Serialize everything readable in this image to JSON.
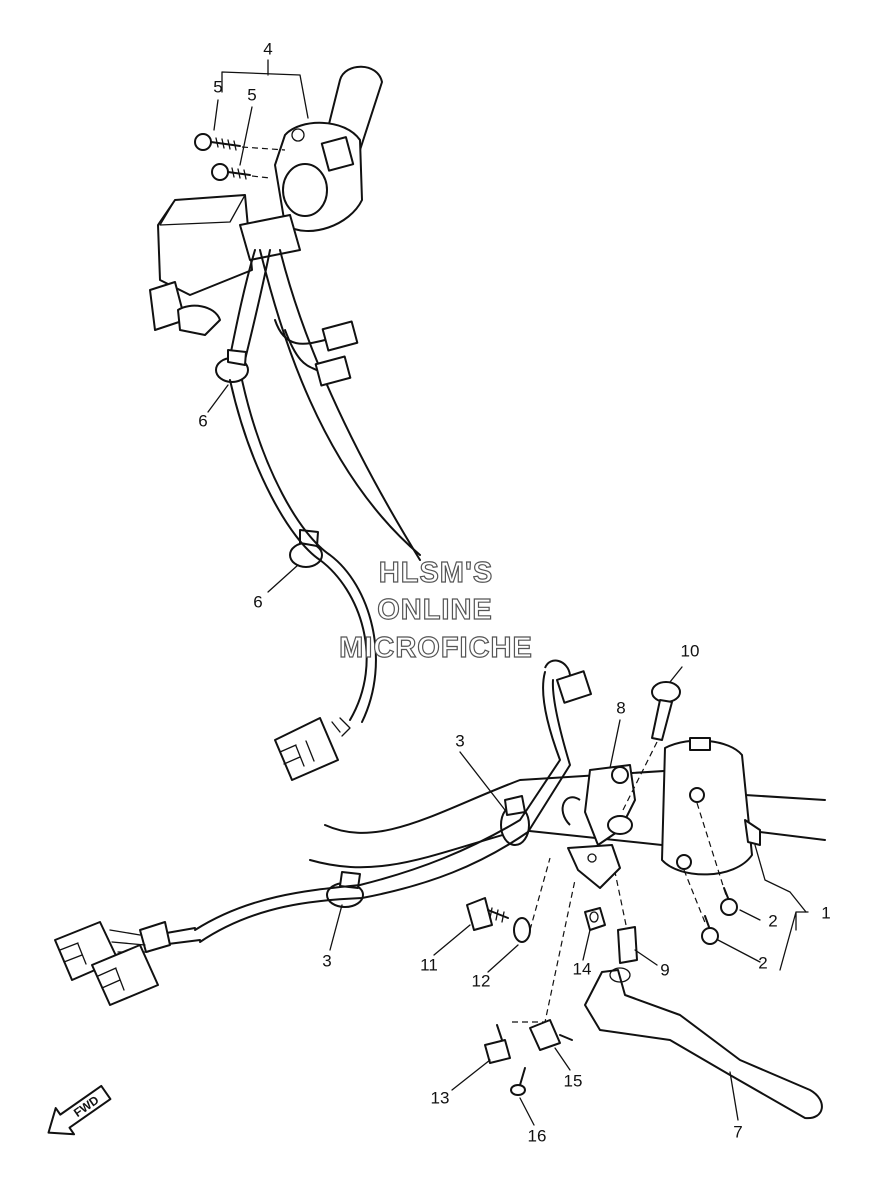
{
  "watermark": {
    "line1": "HLSM'S",
    "line2": "ONLINE",
    "line3": "MICROFICHE"
  },
  "direction_marker": {
    "label": "FWD",
    "icon": "fwd-arrow-icon"
  },
  "callouts": [
    {
      "id": "c1",
      "label": "1"
    },
    {
      "id": "c2a",
      "label": "2"
    },
    {
      "id": "c2b",
      "label": "2"
    },
    {
      "id": "c3a",
      "label": "3"
    },
    {
      "id": "c3b",
      "label": "3"
    },
    {
      "id": "c4",
      "label": "4"
    },
    {
      "id": "c5a",
      "label": "5"
    },
    {
      "id": "c5b",
      "label": "5"
    },
    {
      "id": "c6a",
      "label": "6"
    },
    {
      "id": "c6b",
      "label": "6"
    },
    {
      "id": "c7",
      "label": "7"
    },
    {
      "id": "c8",
      "label": "8"
    },
    {
      "id": "c9",
      "label": "9"
    },
    {
      "id": "c10",
      "label": "10"
    },
    {
      "id": "c11",
      "label": "11"
    },
    {
      "id": "c12",
      "label": "12"
    },
    {
      "id": "c13",
      "label": "13"
    },
    {
      "id": "c14",
      "label": "14"
    },
    {
      "id": "c15",
      "label": "15"
    },
    {
      "id": "c16",
      "label": "16"
    }
  ]
}
